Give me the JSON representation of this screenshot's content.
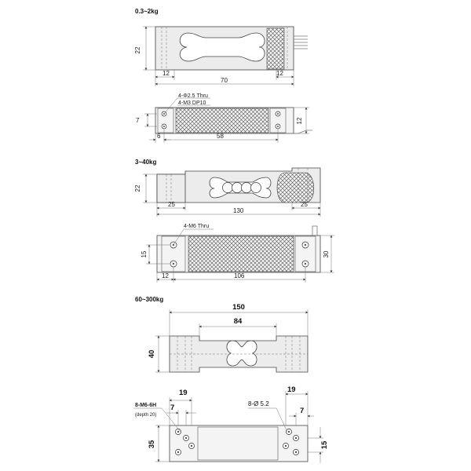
{
  "sections": {
    "s1": {
      "title": "0.3~2kg",
      "side": {
        "height": "22",
        "left": "12",
        "length": "70",
        "right": "12"
      },
      "top": {
        "hole1": "4-Φ2.5 Thru",
        "hole2": "4-M3 DP10",
        "left_h": "7",
        "right_h": "12",
        "edge": "6",
        "span": "58"
      }
    },
    "s2": {
      "title": "3~40kg",
      "side": {
        "height": "22",
        "left": "25",
        "length": "130",
        "right": "25"
      },
      "top": {
        "hole": "4-M6 Thru",
        "left_h": "15",
        "right_h": "30",
        "edge": "12",
        "span": "106"
      }
    },
    "s3": {
      "title": "60~300kg",
      "side": {
        "length": "150",
        "window": "84",
        "height": "40"
      },
      "bottom": {
        "left_hole": "8-M6-6H",
        "left_depth": "(depth 20)",
        "left_w": "19",
        "left_o": "7",
        "right_hole": "8-Ø 5.2",
        "right_w": "19",
        "right_o": "7",
        "left_h": "35",
        "right_h": "15"
      }
    }
  }
}
